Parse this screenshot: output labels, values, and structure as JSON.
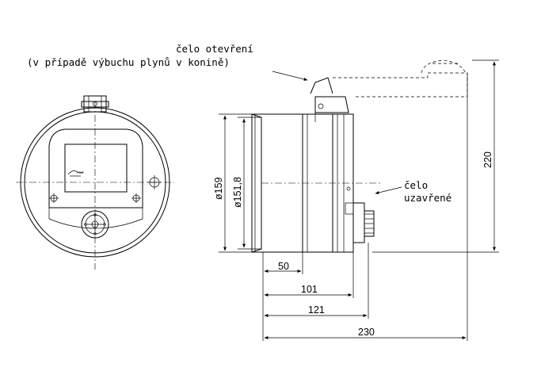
{
  "annotations": {
    "open_end": "čelo otevření",
    "open_end_note": "(v případě výbuchu plynů v konině)",
    "closed_end_line1": "čelo",
    "closed_end_line2": "uzavřené"
  },
  "dimensions": {
    "d_outer": "ø159",
    "d_inner": "ø151,8",
    "height": "220",
    "len_50": "50",
    "len_101": "101",
    "len_121": "121",
    "len_230": "230"
  }
}
